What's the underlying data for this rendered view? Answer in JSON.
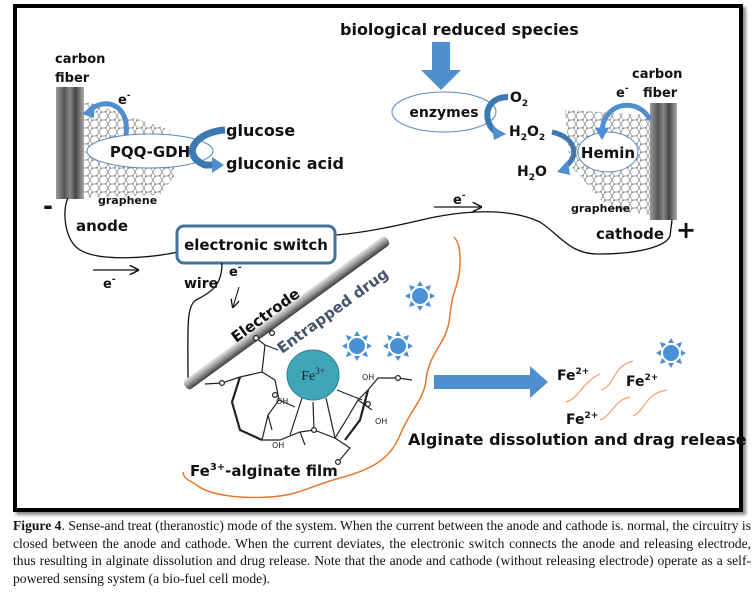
{
  "figure": {
    "labels": {
      "bio_species": "biological reduced species",
      "carbon_fiber_left_1": "carbon",
      "carbon_fiber_left_2": "fiber",
      "carbon_fiber_right_1": "carbon",
      "carbon_fiber_right_2": "fiber",
      "electron": "e",
      "electron_sup": "-",
      "pqq_gdh": "PQQ-GDH",
      "glucose": "glucose",
      "gluconic_acid": "gluconic acid",
      "graphene_left": "graphene",
      "graphene_right": "graphene",
      "anode": "anode",
      "cathode": "cathode",
      "minus_sign": "-",
      "plus_sign": "+",
      "enzymes": "enzymes",
      "o2": "O",
      "o2_sub": "2",
      "h2o2_h": "H",
      "h2o2_sub1": "2",
      "h2o2_o": "O",
      "h2o2_sub2": "2",
      "h2o_h": "H",
      "h2o_sub": "2",
      "h2o_o": "O",
      "hemin": "Hemin",
      "electronic_switch": "electronic switch",
      "wire": "wire",
      "electrode": "Electrode",
      "entrapped_drug": "Entrapped drug",
      "fe3_ion": "Fe",
      "fe3_ion_sup": "3+",
      "fe3_film": "Fe",
      "fe3_film_sup": "3+",
      "fe3_film_rest": "-alginate film",
      "fe2": "Fe",
      "fe2_sup": "2+",
      "alginate_release": "Alginate dissolution and drag release",
      "oh": "OH"
    },
    "colors": {
      "arrow_blue": "#4f8fcf",
      "arrow_blue_dark": "#3c78b4",
      "switch_border": "#41719c",
      "fe3_ion_fill": "#3fa5b8",
      "orange_line": "#e8772a",
      "drug_blue": "#4a90d6",
      "entrapped_text": "#44546a"
    }
  },
  "caption": {
    "figure_label": "Figure 4",
    "text": ". Sense-and treat (theranostic) mode of the system. When the current between the anode and cathode is. normal, the circuitry is closed between the anode and cathode. When the current deviates, the electronic switch connects the anode and releasing electrode, thus resulting in alginate dissolution and drug release. Note that the anode and cathode (without releasing electrode) operate as a self-powered sensing system (a bio-fuel cell mode)."
  }
}
